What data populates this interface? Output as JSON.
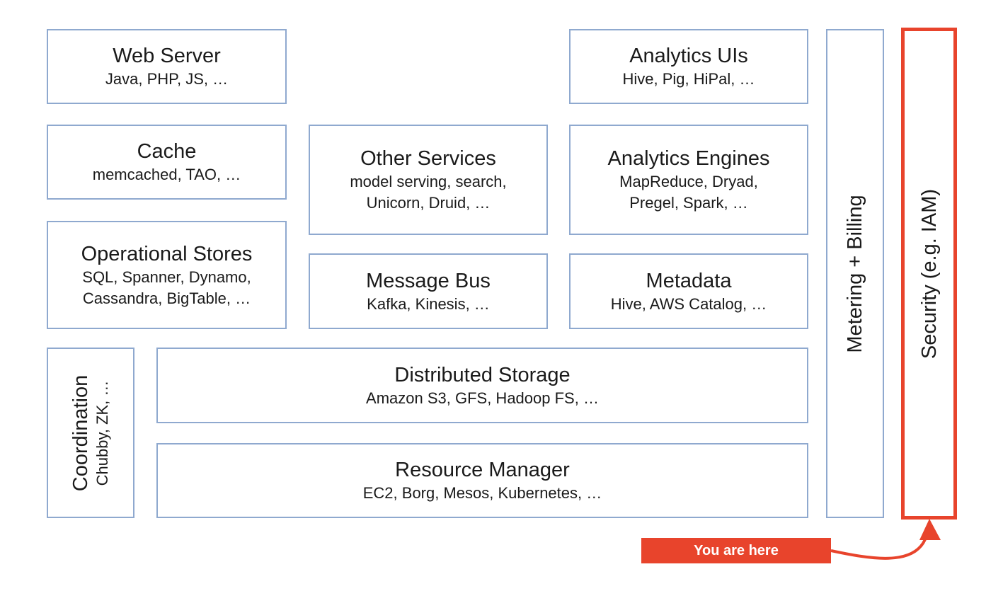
{
  "boxes": {
    "web_server": {
      "title": "Web Server",
      "sub": "Java, PHP, JS, …"
    },
    "analytics_uis": {
      "title": "Analytics UIs",
      "sub": "Hive, Pig, HiPal, …"
    },
    "cache": {
      "title": "Cache",
      "sub": "memcached, TAO, …"
    },
    "other_services": {
      "title": "Other Services",
      "sub1": "model serving, search,",
      "sub2": "Unicorn, Druid, …"
    },
    "analytics_engines": {
      "title": "Analytics Engines",
      "sub1": "MapReduce, Dryad,",
      "sub2": "Pregel, Spark, …"
    },
    "operational_stores": {
      "title": "Operational Stores",
      "sub1": "SQL, Spanner, Dynamo,",
      "sub2": "Cassandra, BigTable, …"
    },
    "message_bus": {
      "title": "Message Bus",
      "sub": "Kafka, Kinesis, …"
    },
    "metadata": {
      "title": "Metadata",
      "sub": "Hive, AWS Catalog, …"
    },
    "coordination": {
      "title": "Coordination",
      "sub": "Chubby, ZK, …"
    },
    "distributed_storage": {
      "title": "Distributed Storage",
      "sub": "Amazon S3, GFS, Hadoop FS, …"
    },
    "resource_manager": {
      "title": "Resource Manager",
      "sub": "EC2, Borg, Mesos, Kubernetes, …"
    },
    "metering": {
      "title": "Metering + Billing"
    },
    "security": {
      "title": "Security (e.g. IAM)"
    }
  },
  "callout": {
    "label": "You are here"
  },
  "colors": {
    "box_border": "#8fa9cf",
    "highlight": "#e8442c"
  }
}
